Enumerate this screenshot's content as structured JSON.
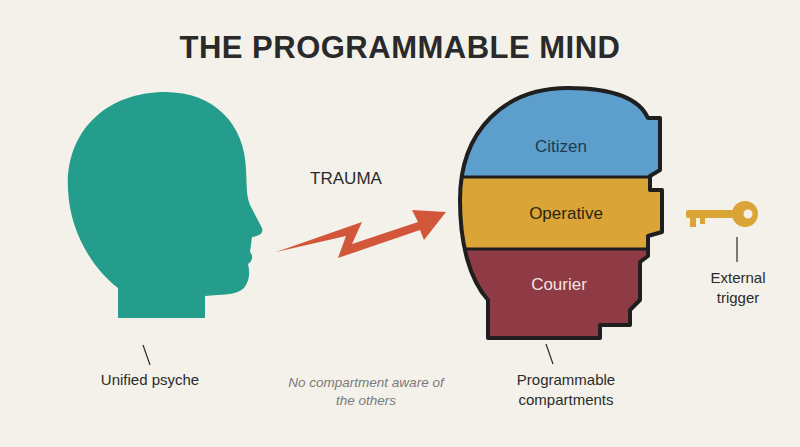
{
  "diagram": {
    "title": "THE PROGRAMMABLE MIND",
    "nodes": [
      {
        "text": [
          "Citizen"
        ]
      },
      {
        "text": [
          "Operative"
        ]
      },
      {
        "text": [
          "Courier"
        ]
      }
    ],
    "labels": [
      "TRAUMA",
      "Unified psyche",
      "No compartment aware of the others",
      "Programmable compartments",
      "External trigger"
    ]
  }
}
